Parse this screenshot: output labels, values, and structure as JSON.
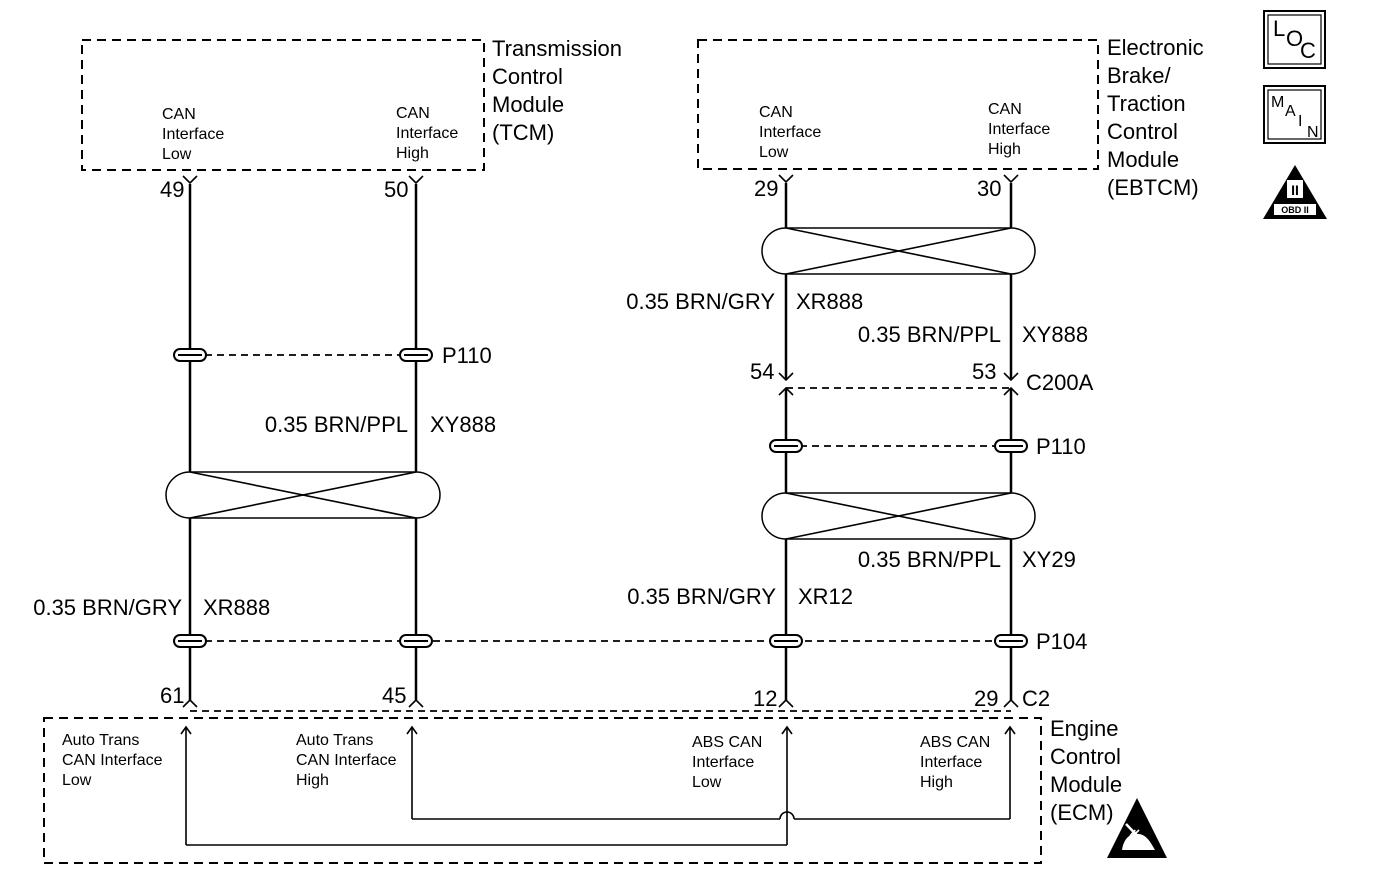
{
  "modules": {
    "tcm": {
      "lines": [
        "Transmission",
        "Control",
        "Module",
        "(TCM)"
      ]
    },
    "ebtcm": {
      "lines": [
        "Electronic",
        "Brake/",
        "Traction",
        "Control",
        "Module",
        "(EBTCM)"
      ]
    },
    "ecm": {
      "lines": [
        "Engine",
        "Control",
        "Module",
        "(ECM)"
      ]
    }
  },
  "terminals": {
    "tcm_low": {
      "pin": "49",
      "lines": [
        "CAN",
        "Interface",
        "Low"
      ]
    },
    "tcm_high": {
      "pin": "50",
      "lines": [
        "CAN",
        "Interface",
        "High"
      ]
    },
    "ebtcm_low": {
      "pin": "29",
      "lines": [
        "CAN",
        "Interface",
        "Low"
      ]
    },
    "ebtcm_high": {
      "pin": "30",
      "lines": [
        "CAN",
        "Interface",
        "High"
      ]
    },
    "ecm_at_low": {
      "pin": "61",
      "lines": [
        "Auto Trans",
        "CAN Interface",
        "Low"
      ]
    },
    "ecm_at_high": {
      "pin": "45",
      "lines": [
        "Auto Trans",
        "CAN Interface",
        "High"
      ]
    },
    "ecm_abs_low": {
      "pin": "12",
      "lines": [
        "ABS CAN",
        "Interface",
        "Low"
      ]
    },
    "ecm_abs_high": {
      "pin": "29",
      "lines": [
        "ABS CAN",
        "Interface",
        "High"
      ]
    }
  },
  "connectors": {
    "c200a": {
      "label": "C200A",
      "pin_left": "54",
      "pin_right": "53"
    },
    "c2": {
      "label": "C2"
    }
  },
  "splices": {
    "p110_left": "P110",
    "p110_right": "P110",
    "p104": "P104"
  },
  "wires": {
    "tcm_high": {
      "spec": "0.35 BRN/PPL",
      "circuit": "XY888"
    },
    "tcm_low": {
      "spec": "0.35 BRN/GRY",
      "circuit": "XR888"
    },
    "ebtcm_low_upper": {
      "spec": "0.35 BRN/GRY",
      "circuit": "XR888"
    },
    "ebtcm_high_upper": {
      "spec": "0.35 BRN/PPL",
      "circuit": "XY888"
    },
    "ebtcm_high_lower": {
      "spec": "0.35 BRN/PPL",
      "circuit": "XY29"
    },
    "ebtcm_low_lower": {
      "spec": "0.35 BRN/GRY",
      "circuit": "XR12"
    }
  },
  "symbols": {
    "loc": {
      "letters": [
        "L",
        "O",
        "C"
      ]
    },
    "main": {
      "letters": [
        "M",
        "A",
        "I",
        "N"
      ]
    },
    "obd": {
      "numeral": "II",
      "caption": "OBD II"
    },
    "esd_icon": "esd-warning-icon"
  }
}
